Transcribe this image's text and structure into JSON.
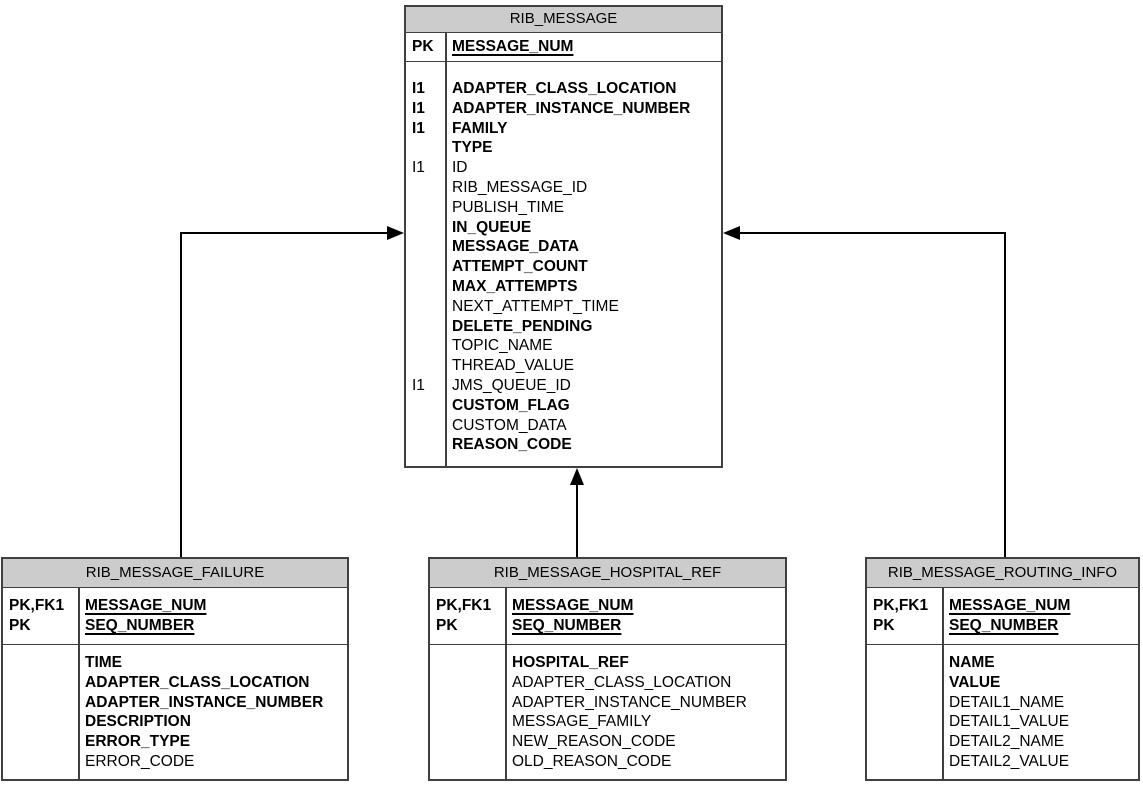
{
  "colors": {
    "header_bg": "#cccccc",
    "border": "#404040",
    "connector": "#000000",
    "text": "#000000"
  },
  "tables": {
    "rib_message": {
      "title": "RIB_MESSAGE",
      "keys": [
        {
          "marker": "PK",
          "name": "MESSAGE_NUM",
          "bold": true
        }
      ],
      "fields": [
        {
          "marker": "I1",
          "name": "ADAPTER_CLASS_LOCATION",
          "bold": true
        },
        {
          "marker": "I1",
          "name": "ADAPTER_INSTANCE_NUMBER",
          "bold": true
        },
        {
          "marker": "I1",
          "name": "FAMILY",
          "bold": true
        },
        {
          "marker": "",
          "name": "TYPE",
          "bold": true
        },
        {
          "marker": "I1",
          "name": "ID",
          "bold": false
        },
        {
          "marker": "",
          "name": "RIB_MESSAGE_ID",
          "bold": false
        },
        {
          "marker": "",
          "name": "PUBLISH_TIME",
          "bold": false
        },
        {
          "marker": "",
          "name": "IN_QUEUE",
          "bold": true
        },
        {
          "marker": "",
          "name": "MESSAGE_DATA",
          "bold": true
        },
        {
          "marker": "",
          "name": "ATTEMPT_COUNT",
          "bold": true
        },
        {
          "marker": "",
          "name": "MAX_ATTEMPTS",
          "bold": true
        },
        {
          "marker": "",
          "name": "NEXT_ATTEMPT_TIME",
          "bold": false
        },
        {
          "marker": "",
          "name": "DELETE_PENDING",
          "bold": true
        },
        {
          "marker": "",
          "name": "TOPIC_NAME",
          "bold": false
        },
        {
          "marker": "",
          "name": "THREAD_VALUE",
          "bold": false
        },
        {
          "marker": "I1",
          "name": "JMS_QUEUE_ID",
          "bold": false
        },
        {
          "marker": "",
          "name": "CUSTOM_FLAG",
          "bold": true
        },
        {
          "marker": "",
          "name": "CUSTOM_DATA",
          "bold": false
        },
        {
          "marker": "",
          "name": "REASON_CODE",
          "bold": true
        }
      ]
    },
    "rib_message_failure": {
      "title": "RIB_MESSAGE_FAILURE",
      "keys": [
        {
          "marker": "PK,FK1",
          "name": "MESSAGE_NUM",
          "bold": true
        },
        {
          "marker": "PK",
          "name": "SEQ_NUMBER",
          "bold": true
        }
      ],
      "fields": [
        {
          "marker": "",
          "name": "TIME",
          "bold": true
        },
        {
          "marker": "",
          "name": "ADAPTER_CLASS_LOCATION",
          "bold": true
        },
        {
          "marker": "",
          "name": "ADAPTER_INSTANCE_NUMBER",
          "bold": true
        },
        {
          "marker": "",
          "name": "DESCRIPTION",
          "bold": true
        },
        {
          "marker": "",
          "name": "ERROR_TYPE",
          "bold": true
        },
        {
          "marker": "",
          "name": "ERROR_CODE",
          "bold": false
        }
      ]
    },
    "rib_message_hospital_ref": {
      "title": "RIB_MESSAGE_HOSPITAL_REF",
      "keys": [
        {
          "marker": "PK,FK1",
          "name": "MESSAGE_NUM",
          "bold": true
        },
        {
          "marker": "PK",
          "name": "SEQ_NUMBER",
          "bold": true
        }
      ],
      "fields": [
        {
          "marker": "",
          "name": "HOSPITAL_REF",
          "bold": true
        },
        {
          "marker": "",
          "name": "ADAPTER_CLASS_LOCATION",
          "bold": false
        },
        {
          "marker": "",
          "name": "ADAPTER_INSTANCE_NUMBER",
          "bold": false
        },
        {
          "marker": "",
          "name": "MESSAGE_FAMILY",
          "bold": false
        },
        {
          "marker": "",
          "name": "NEW_REASON_CODE",
          "bold": false
        },
        {
          "marker": "",
          "name": "OLD_REASON_CODE",
          "bold": false
        }
      ]
    },
    "rib_message_routing_info": {
      "title": "RIB_MESSAGE_ROUTING_INFO",
      "keys": [
        {
          "marker": "PK,FK1",
          "name": "MESSAGE_NUM",
          "bold": true
        },
        {
          "marker": "PK",
          "name": "SEQ_NUMBER",
          "bold": true
        }
      ],
      "fields": [
        {
          "marker": "",
          "name": "NAME",
          "bold": true
        },
        {
          "marker": "",
          "name": "VALUE",
          "bold": true
        },
        {
          "marker": "",
          "name": "DETAIL1_NAME",
          "bold": false
        },
        {
          "marker": "",
          "name": "DETAIL1_VALUE",
          "bold": false
        },
        {
          "marker": "",
          "name": "DETAIL2_NAME",
          "bold": false
        },
        {
          "marker": "",
          "name": "DETAIL2_VALUE",
          "bold": false
        }
      ]
    }
  },
  "relationships": [
    {
      "from": "RIB_MESSAGE_FAILURE",
      "to": "RIB_MESSAGE",
      "arrow": "into-left-side"
    },
    {
      "from": "RIB_MESSAGE_HOSPITAL_REF",
      "to": "RIB_MESSAGE",
      "arrow": "into-bottom"
    },
    {
      "from": "RIB_MESSAGE_ROUTING_INFO",
      "to": "RIB_MESSAGE",
      "arrow": "into-right-side"
    }
  ]
}
